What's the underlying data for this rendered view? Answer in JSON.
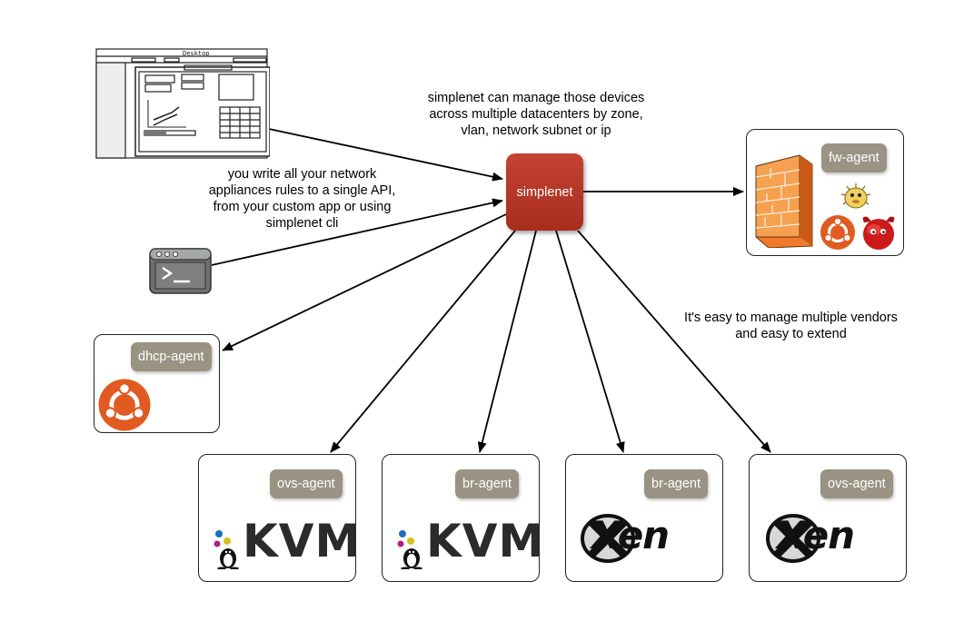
{
  "hub": {
    "label": "simplenet"
  },
  "notes": {
    "top": [
      "simplenet can manage those devices",
      "across multiple datacenters by zone,",
      "vlan, network subnet or ip"
    ],
    "left": [
      "you write all your network",
      "appliances rules to a single API,",
      "from your custom app or using",
      "simplenet cli"
    ],
    "right": [
      "It's easy to manage multiple vendors",
      "and easy to extend"
    ]
  },
  "agents": {
    "fw": {
      "label": "fw-agent"
    },
    "dhcp": {
      "label": "dhcp-agent"
    },
    "ovs1": {
      "label": "ovs-agent",
      "logo": "KVM"
    },
    "br1": {
      "label": "br-agent",
      "logo": "KVM"
    },
    "br2": {
      "label": "br-agent",
      "logo": "Xen"
    },
    "ovs2": {
      "label": "ovs-agent",
      "logo": "Xen"
    }
  },
  "mockup": {
    "title": "Desktop"
  },
  "icons": [
    "desktop-app-mockup-icon",
    "terminal-icon",
    "firewall-icon",
    "pufferfish-icon",
    "ubuntu-icon",
    "freebsd-daemon-icon",
    "kvm-logo",
    "xen-logo"
  ],
  "colors": {
    "hub": "#b03424",
    "tag": "#9a9384",
    "ubuntu": "#e05a22"
  }
}
